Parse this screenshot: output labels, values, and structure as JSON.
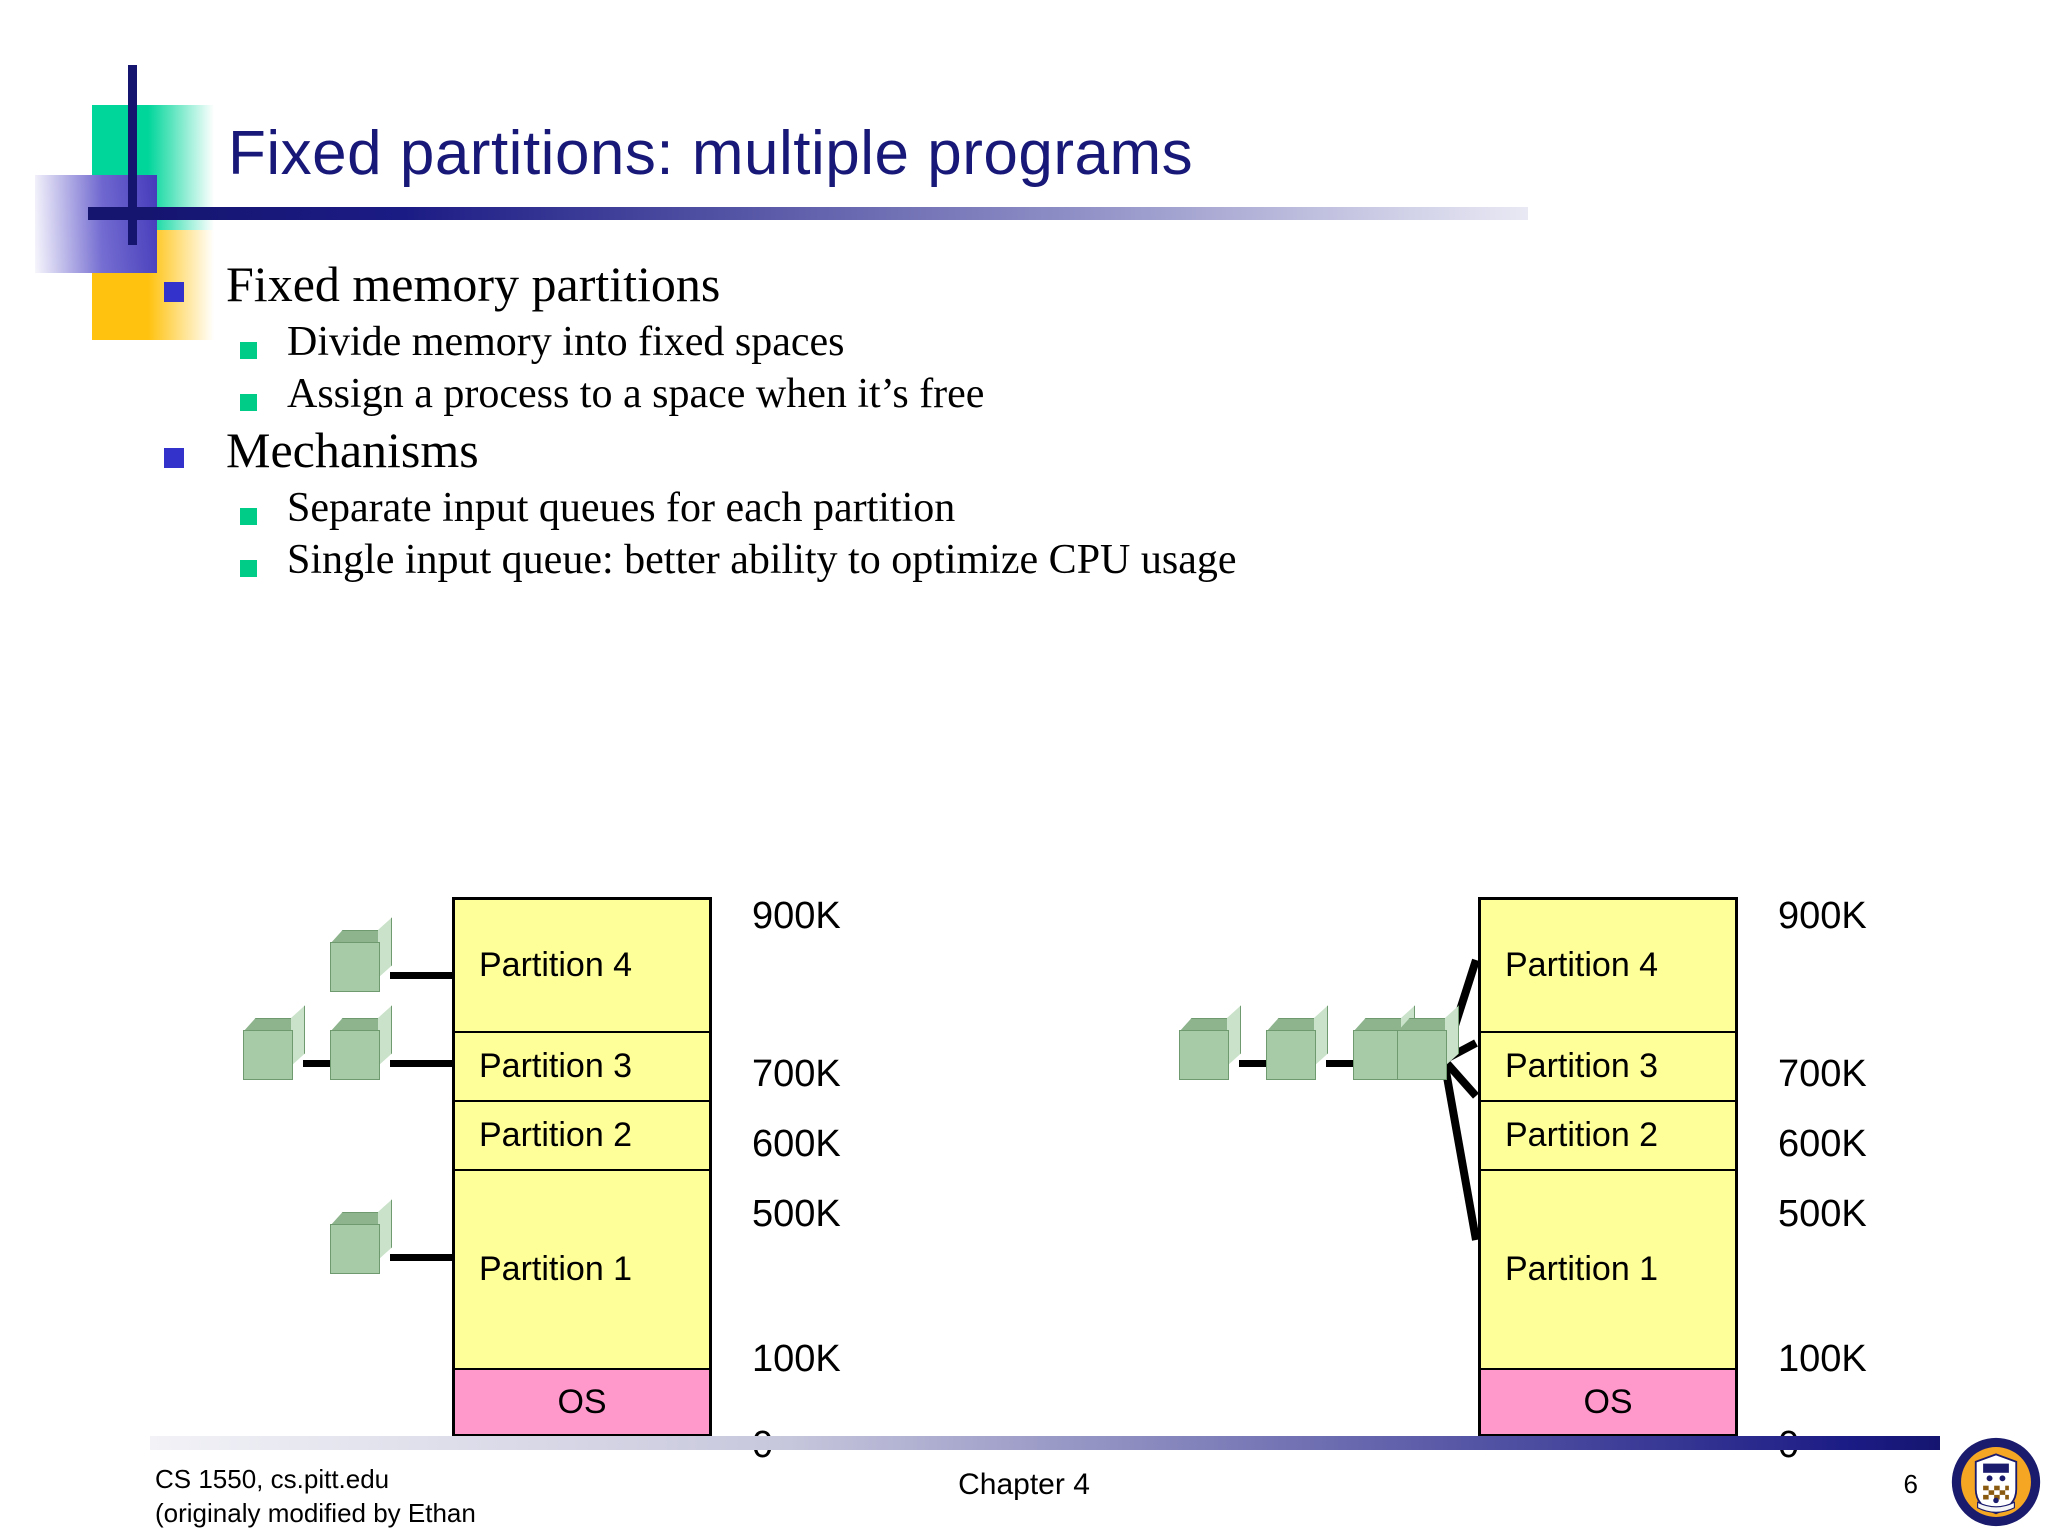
{
  "slide": {
    "title": "Fixed partitions: multiple programs",
    "title_color": "#181878"
  },
  "decor": {
    "green": "#00d69a",
    "yellow": "#ffc20e",
    "blue": "#3e33b8",
    "navy": "#151570"
  },
  "bullets": [
    {
      "level": 1,
      "text": "Fixed memory partitions"
    },
    {
      "level": 2,
      "text": "Divide memory into fixed spaces"
    },
    {
      "level": 2,
      "text": "Assign a process to a space when it’s free"
    },
    {
      "level": 1,
      "text": "Mechanisms"
    },
    {
      "level": 2,
      "text": "Separate input queues for each partition"
    },
    {
      "level": 2,
      "text": "Single input queue: better ability to optimize CPU usage"
    }
  ],
  "bullet_colors": {
    "level1": "#3333cc",
    "level2": "#00cc88"
  },
  "diagrams": {
    "left": {
      "caption": "separate-input-queues",
      "partitions": [
        {
          "label": "Partition 4"
        },
        {
          "label": "Partition 3"
        },
        {
          "label": "Partition 2"
        },
        {
          "label": "Partition 1"
        },
        {
          "label": "OS"
        }
      ],
      "addresses": [
        "900K",
        "700K",
        "600K",
        "500K",
        "100K",
        "0"
      ],
      "queues": [
        {
          "target": "Partition 4",
          "jobs": 1
        },
        {
          "target": "Partition 3",
          "jobs": 2
        },
        {
          "target": "Partition 1",
          "jobs": 1
        }
      ]
    },
    "right": {
      "caption": "single-input-queue",
      "partitions": [
        {
          "label": "Partition 4"
        },
        {
          "label": "Partition 3"
        },
        {
          "label": "Partition 2"
        },
        {
          "label": "Partition 1"
        },
        {
          "label": "OS"
        }
      ],
      "addresses": [
        "900K",
        "700K",
        "600K",
        "500K",
        "100K",
        "0"
      ],
      "queue_jobs": 4
    }
  },
  "colors": {
    "partition_fill": "#ffff99",
    "os_fill": "#ff99cc",
    "cube_front": "#a7cba7",
    "cube_top": "#8db48d",
    "cube_side": "#c9e2c9",
    "outline": "#000000"
  },
  "footer": {
    "left_line1": "CS 1550, cs.pitt.edu",
    "left_line2": "(originaly modified by Ethan",
    "center": "Chapter 4",
    "page": "6",
    "seal_alt": "University of Pittsburgh seal"
  }
}
